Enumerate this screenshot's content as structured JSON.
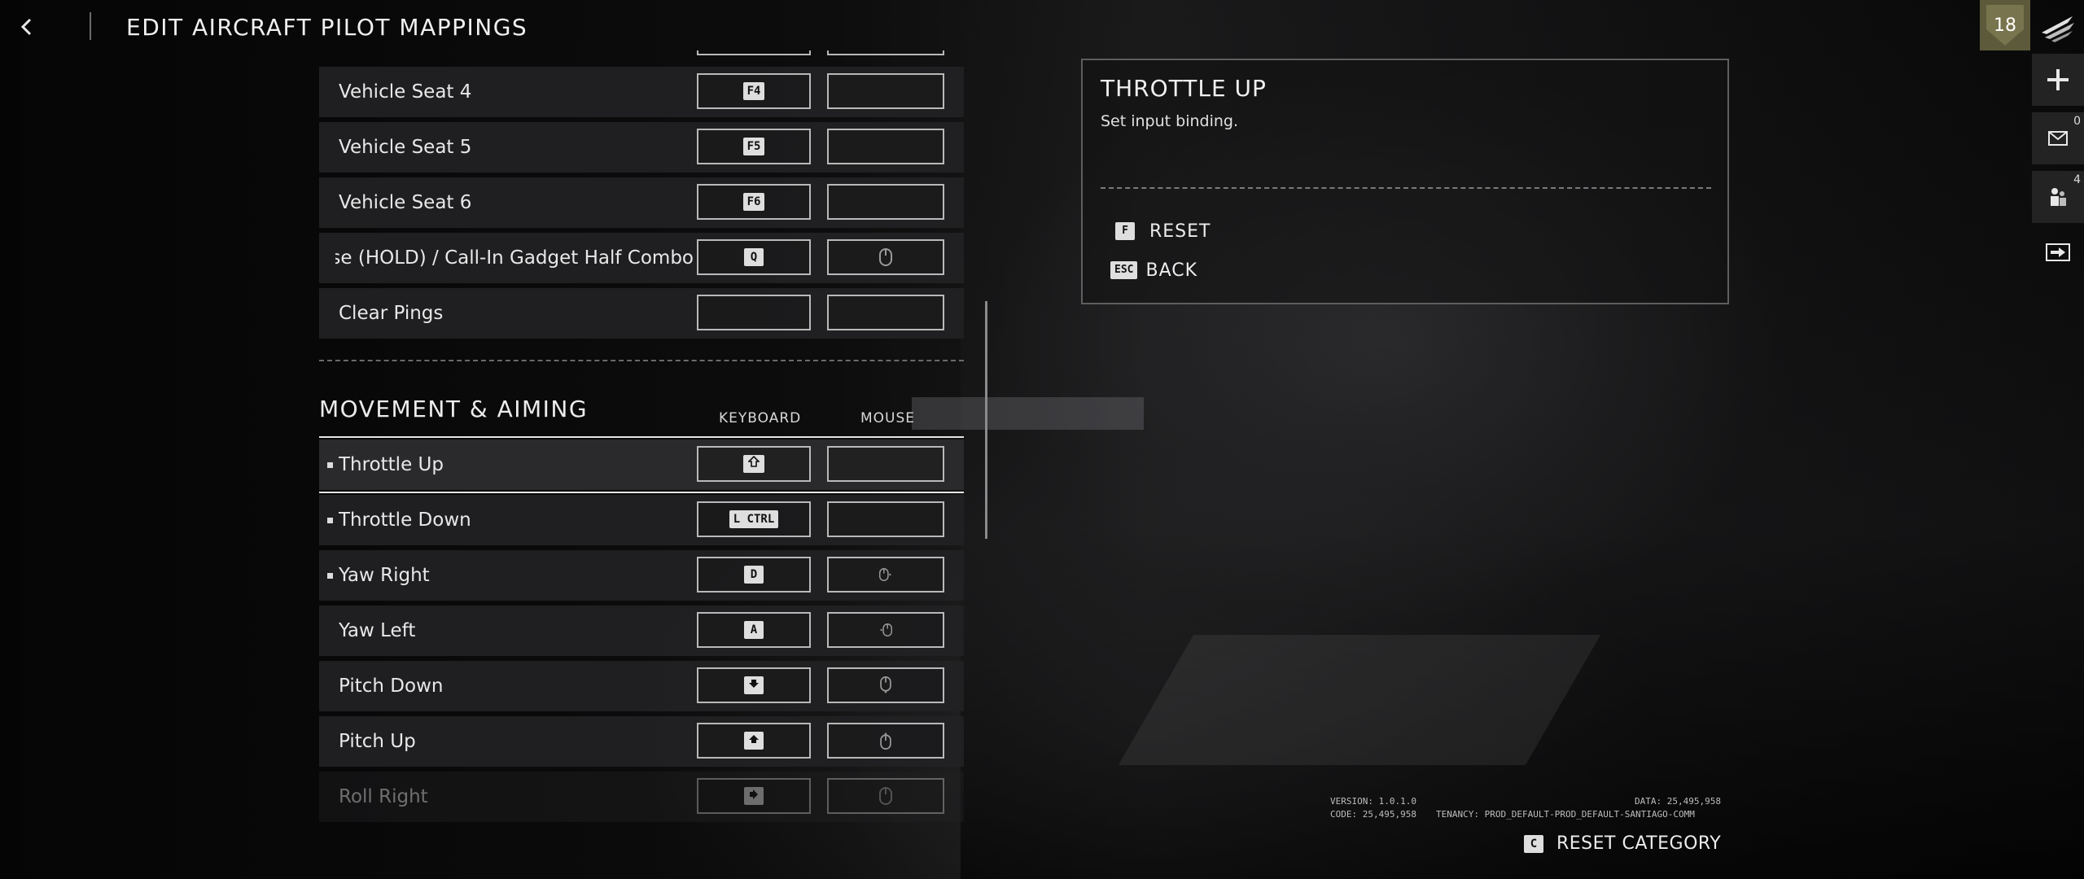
{
  "header": {
    "title": "EDIT AIRCRAFT PILOT MAPPINGS",
    "rank": "18"
  },
  "rail": {
    "inbox_count": "0",
    "squad_count": "4"
  },
  "rows_top": [
    {
      "label": "Vehicle Seat 4",
      "key": "F4",
      "mouse": ""
    },
    {
      "label": "Vehicle Seat 5",
      "key": "F5",
      "mouse": ""
    },
    {
      "label": "Vehicle Seat 6",
      "key": "F6",
      "mouse": ""
    },
    {
      "label": "Close (HOLD) / Call-In Gadget Half Combo",
      "key": "Q",
      "mouse": "mouse-icon"
    },
    {
      "label": "Clear Pings",
      "key": "",
      "mouse": ""
    }
  ],
  "section": {
    "title": "MOVEMENT & AIMING",
    "col_keyboard": "KEYBOARD",
    "col_mouse": "MOUSE"
  },
  "rows_movement": [
    {
      "label": "Throttle Up",
      "key": "shift-arrow-icon",
      "mouse": "",
      "selected": true
    },
    {
      "label": "Throttle Down",
      "key": "L CTRL",
      "mouse": ""
    },
    {
      "label": "Yaw Right",
      "key": "D",
      "mouse": "mouse-right-icon"
    },
    {
      "label": "Yaw Left",
      "key": "A",
      "mouse": "mouse-left-icon"
    },
    {
      "label": "Pitch Down",
      "key": "arrow-down-icon",
      "mouse": "mouse-down-icon"
    },
    {
      "label": "Pitch Up",
      "key": "arrow-up-icon",
      "mouse": "mouse-up-icon"
    },
    {
      "label": "Roll Right",
      "key": "arrow-right-icon",
      "mouse": "mouse-icon"
    }
  ],
  "info": {
    "title": "THROTTLE UP",
    "description": "Set input binding.",
    "reset_key": "F",
    "reset_label": "RESET",
    "back_key": "ESC",
    "back_label": "BACK"
  },
  "footer": {
    "version": "VERSION: 1.0.1.0",
    "data": "DATA: 25,495,958",
    "code": "CODE: 25,495,958",
    "tenancy": "TENANCY: PROD_DEFAULT-PROD_DEFAULT-SANTIAGO-COMM",
    "reset_category_key": "C",
    "reset_category_label": "RESET CATEGORY"
  },
  "colors": {
    "panel_row": "#222224",
    "outline": "#e6e6e6",
    "keycap": "#dedede"
  }
}
